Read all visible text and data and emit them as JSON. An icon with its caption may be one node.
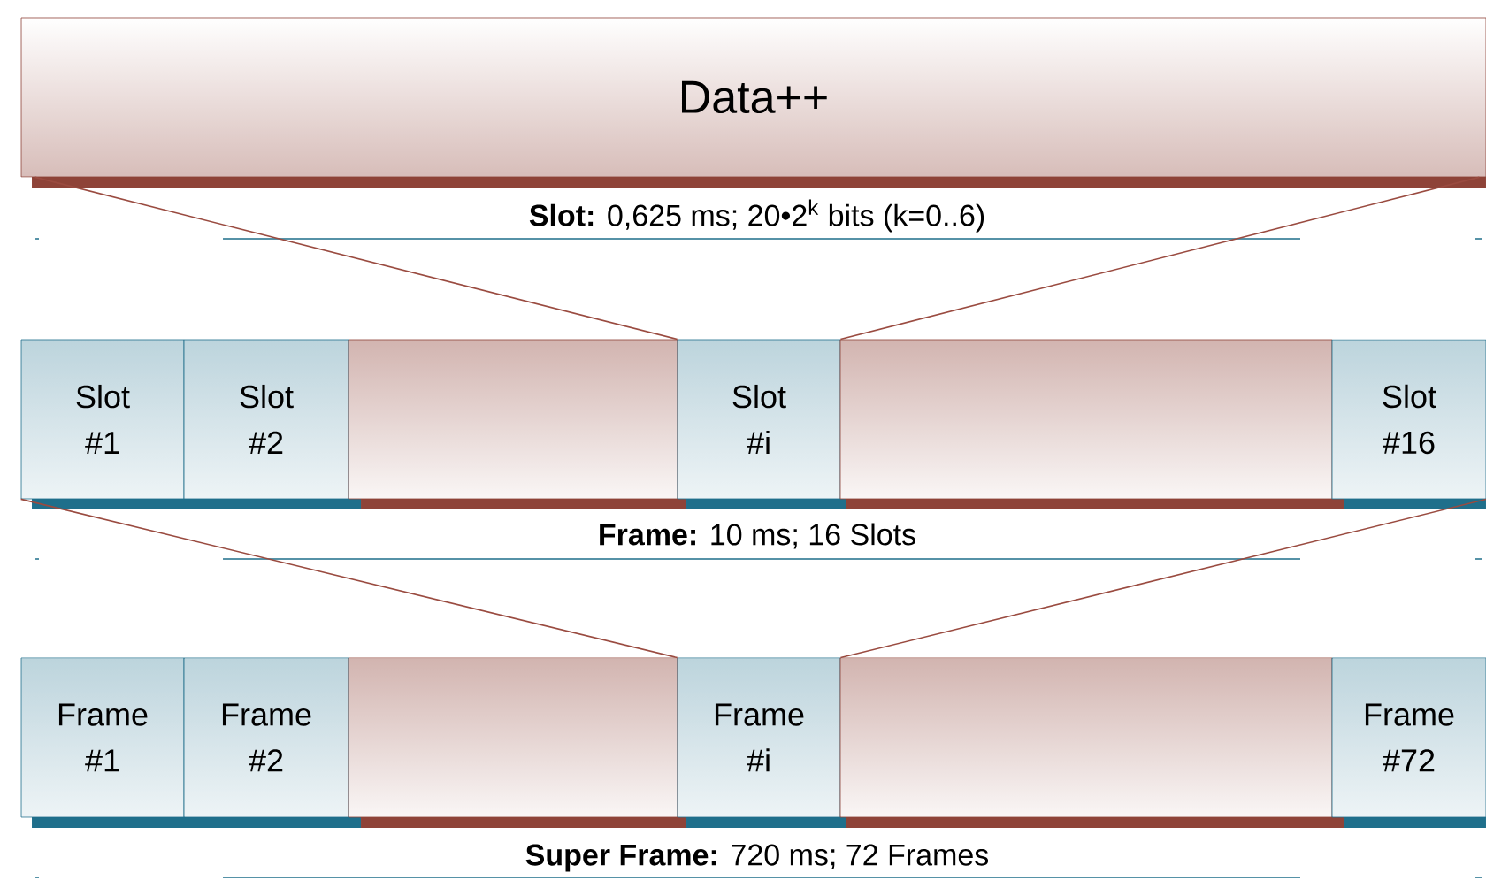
{
  "diagram": {
    "nodes": [
      {
        "text": [
          "Data++"
        ]
      },
      {
        "text": [
          "Slot #1"
        ]
      },
      {
        "text": [
          "Slot #2"
        ]
      },
      {
        "text": [],
        "shape": "box"
      },
      {
        "text": [
          "Slot #i"
        ]
      },
      {
        "text": [],
        "shape": "box"
      },
      {
        "text": [
          "Slot #16"
        ]
      },
      {
        "text": [
          "Frame #1"
        ]
      },
      {
        "text": [
          "Frame #2"
        ]
      },
      {
        "text": [],
        "shape": "box"
      },
      {
        "text": [
          "Frame #i"
        ]
      },
      {
        "text": [],
        "shape": "box"
      },
      {
        "text": [
          "Frame #72"
        ]
      }
    ],
    "edges": [
      {
        "from": 0,
        "to": 4,
        "arrow": "none"
      },
      {
        "from": 0,
        "to": 4,
        "arrow": "none"
      },
      {
        "from": 1,
        "to": 10,
        "arrow": "none"
      },
      {
        "from": 6,
        "to": 10,
        "arrow": "none"
      }
    ],
    "labels": [
      "**Slot:** 0,625 ms; 20•2$^{k}$ bits (k=0..6)",
      "**Frame:** 10 ms; 16 Slots",
      "**Super Frame:** 720 ms; 72 Frames"
    ]
  }
}
